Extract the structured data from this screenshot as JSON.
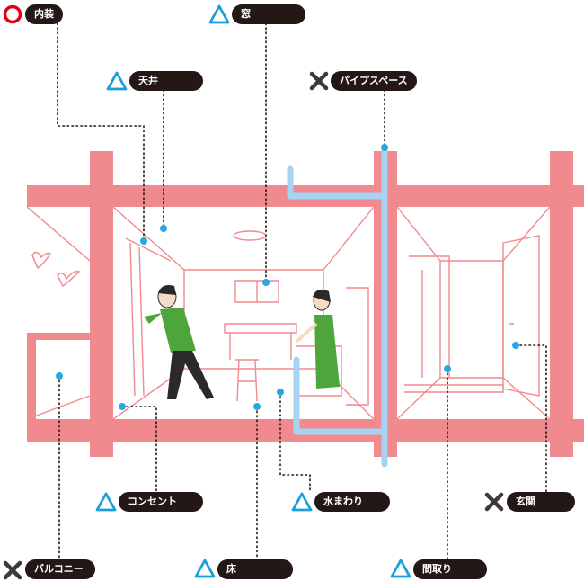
{
  "colors": {
    "wall": "#f08a8f",
    "pipe": "#a7d3f2",
    "leader": "#231815",
    "dot": "#28a8e0",
    "circle": "#e60012",
    "triangle": "#1a9fd9",
    "cross": "#3e3a39",
    "figure_green": "#4ea53b",
    "figure_dark": "#2a2a2a",
    "skin": "#f6dcc6",
    "bird": "#f08a8f"
  },
  "labels": [
    {
      "id": "naiso",
      "text": "内装",
      "mark": "circle"
    },
    {
      "id": "mado",
      "text": "窓",
      "mark": "triangle"
    },
    {
      "id": "tenjo",
      "text": "天井",
      "mark": "triangle"
    },
    {
      "id": "pipe",
      "text": "パイプスペース",
      "mark": "cross"
    },
    {
      "id": "consent",
      "text": "コンセント",
      "mark": "triangle"
    },
    {
      "id": "mizu",
      "text": "水まわり",
      "mark": "triangle"
    },
    {
      "id": "genkan",
      "text": "玄関",
      "mark": "cross"
    },
    {
      "id": "balcony",
      "text": "バルコニー",
      "mark": "cross"
    },
    {
      "id": "yuka",
      "text": "床",
      "mark": "triangle"
    },
    {
      "id": "madori",
      "text": "間取り",
      "mark": "triangle"
    }
  ]
}
